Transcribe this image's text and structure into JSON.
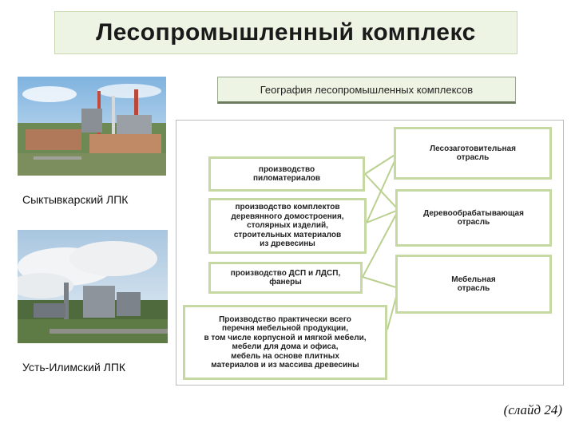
{
  "title": "Лесопромышленный  комплекс",
  "subtitle": "География  лесопромышленных  комплексов",
  "photos": [
    {
      "caption": "Сыктывкарский ЛПК"
    },
    {
      "caption": "Усть-Илимский ЛПК"
    }
  ],
  "diagram": {
    "products": [
      "производство\nпиломатериалов",
      "производство комплектов\nдеревянного домостроения,\nстолярных изделий,\nстроительных материалов\nиз древесины",
      "производство ДСП и ЛДСП,\nфанеры",
      "Производство практически всего\nперечня мебельной продукции,\nв том числе корпусной и мягкой мебели,\nмебели для дома и офиса,\nмебель на основе плитных\nматериалов и из массива древесины"
    ],
    "industries": [
      "Лесозаготовительная\nотрасль",
      "Деревообрабатывающая\nотрасль",
      "Мебельная\nотрасль"
    ]
  },
  "slide_number": "(слайд 24)",
  "colors": {
    "title_bg": "#eef4e3",
    "box_border": "#c6d9a2",
    "link_line": "#b9d08f"
  }
}
